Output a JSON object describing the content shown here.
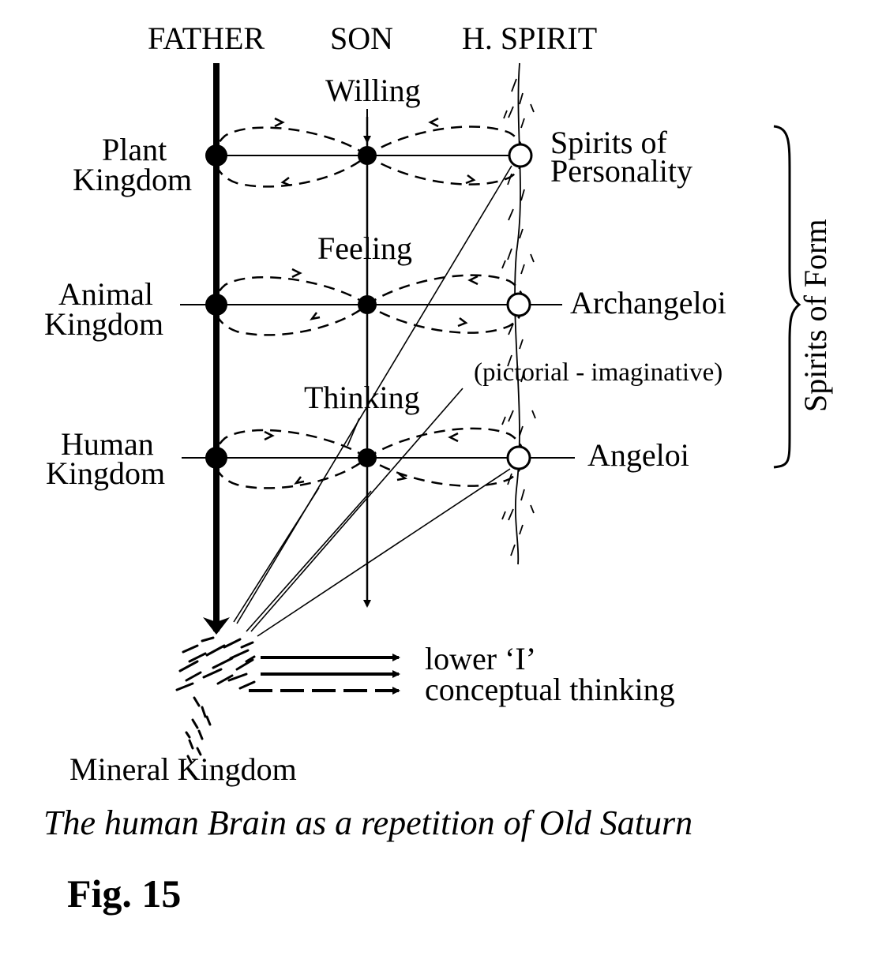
{
  "columns": {
    "father": "FATHER",
    "son": "SON",
    "spirit": "H. SPIRIT"
  },
  "soul_labels": {
    "willing": "Willing",
    "feeling": "Feeling",
    "thinking": "Thinking"
  },
  "kingdoms": {
    "plant_line1": "Plant",
    "plant_line2": "Kingdom",
    "animal_line1": "Animal",
    "animal_line2": "Kingdom",
    "human_line1": "Human",
    "human_line2": "Kingdom",
    "mineral": "Mineral Kingdom"
  },
  "hierarchies": {
    "personality_line1": "Spirits of",
    "personality_line2": "Personality",
    "archangeloi": "Archangeloi",
    "pictorial": "(pictorial - imaginative)",
    "angeloi": "Angeloi",
    "spirits_of_form": "Spirits of Form"
  },
  "brain_outputs": {
    "lower_i": "lower ‘I’",
    "conceptual": "conceptual thinking"
  },
  "caption": "The human Brain as a repetition of Old Saturn",
  "fig_label": "Fig. 15",
  "colors": {
    "ink": "#000000",
    "paper": "#ffffff"
  }
}
